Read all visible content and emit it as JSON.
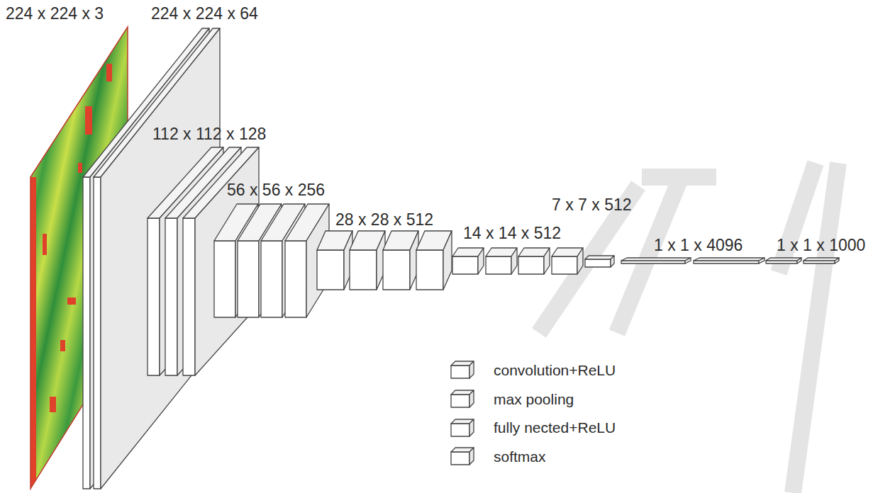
{
  "diagram": {
    "labels": [
      "224 x 224 x 3",
      "224 x 224 x 64",
      "112 x 112 x 128",
      "56 x 56 x 256",
      "28 x 28 x 512",
      "14 x 14 x 512",
      "7 x 7 x 512",
      "1 x 1 x 4096",
      "1 x 1 x 1000"
    ],
    "legend": [
      {
        "text": "convolution+ReLU"
      },
      {
        "text": "max pooling"
      },
      {
        "text": "fully nected+ReLU"
      },
      {
        "text": "softmax"
      }
    ]
  }
}
